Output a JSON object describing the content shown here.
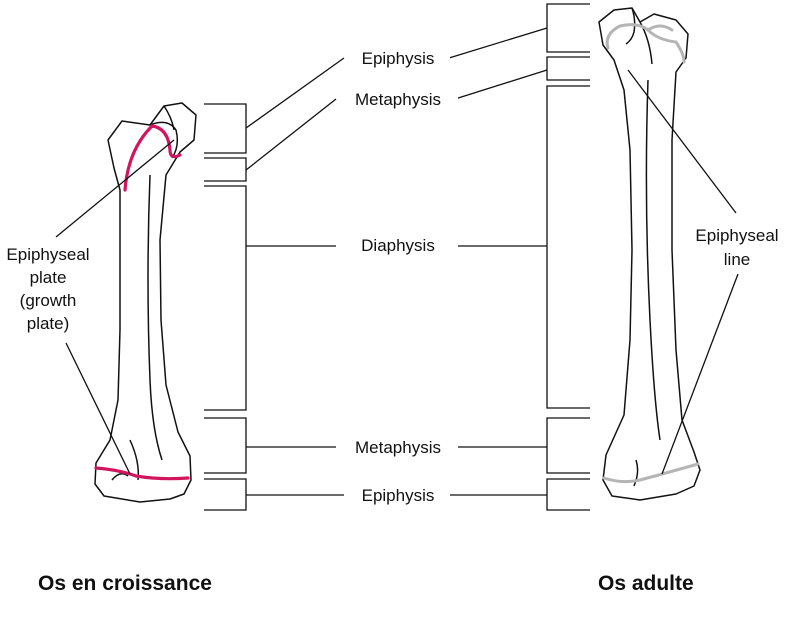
{
  "labels": {
    "epiphysis_top": "Epiphysis",
    "metaphysis_top": "Metaphysis",
    "diaphysis": "Diaphysis",
    "metaphysis_bottom": "Metaphysis",
    "epiphysis_bottom": "Epiphysis",
    "epiphyseal_plate": "Epiphyseal\nplate\n(growth\nplate)",
    "epiphyseal_line": "Epiphyseal\nline"
  },
  "captions": {
    "growing_bone": "Os en croissance",
    "adult_bone": "Os adulte"
  },
  "colors": {
    "growth_plate": "#d1155f",
    "epiphyseal_line": "#b5b5b5",
    "outline": "#111111"
  }
}
